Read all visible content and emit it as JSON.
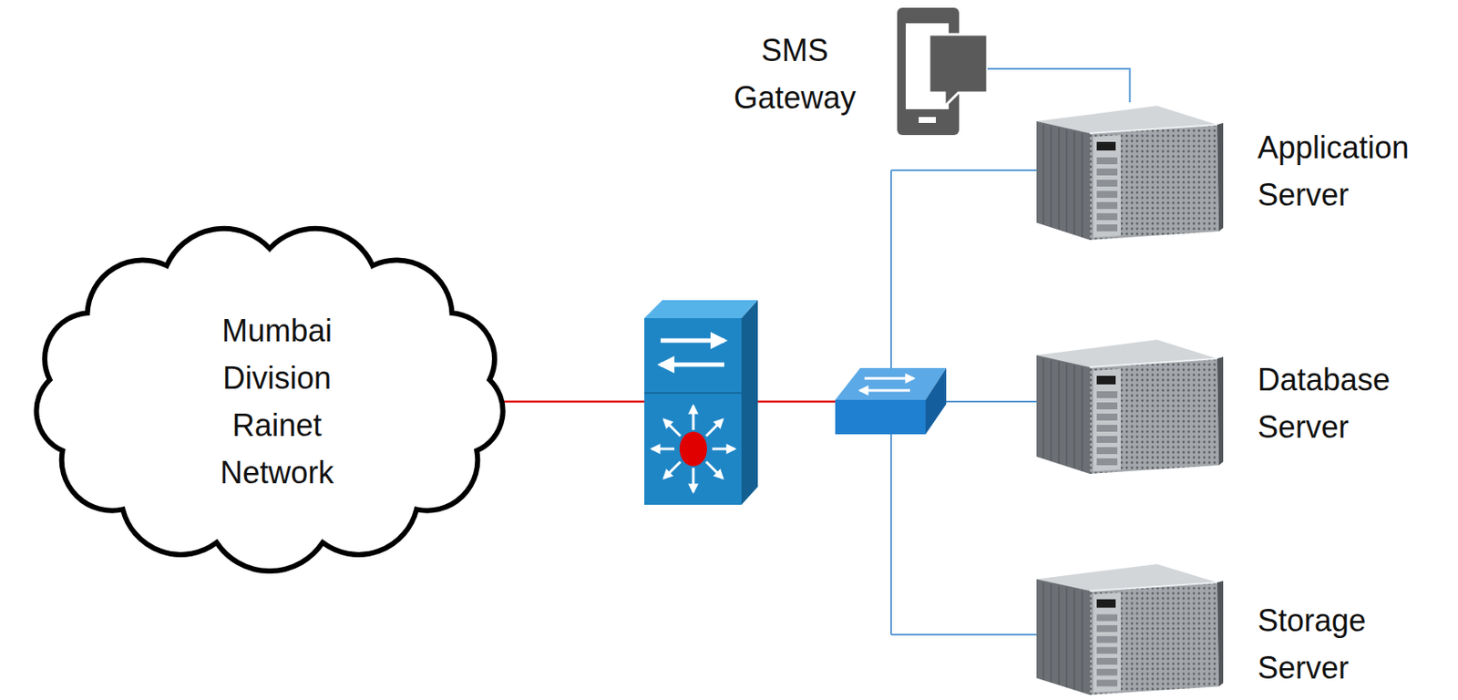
{
  "diagram": {
    "nodes": [
      {
        "text": [
          "Mumbai Division Rainet Network"
        ]
      },
      {
        "text": [
          "SMS Gateway"
        ]
      },
      {
        "text": [
          "Application Server"
        ]
      },
      {
        "text": [
          "Database Server"
        ]
      },
      {
        "text": [
          "Storage Server"
        ]
      }
    ],
    "edges": [
      {
        "from": 1,
        "to": 2,
        "arrow": "none"
      }
    ]
  }
}
